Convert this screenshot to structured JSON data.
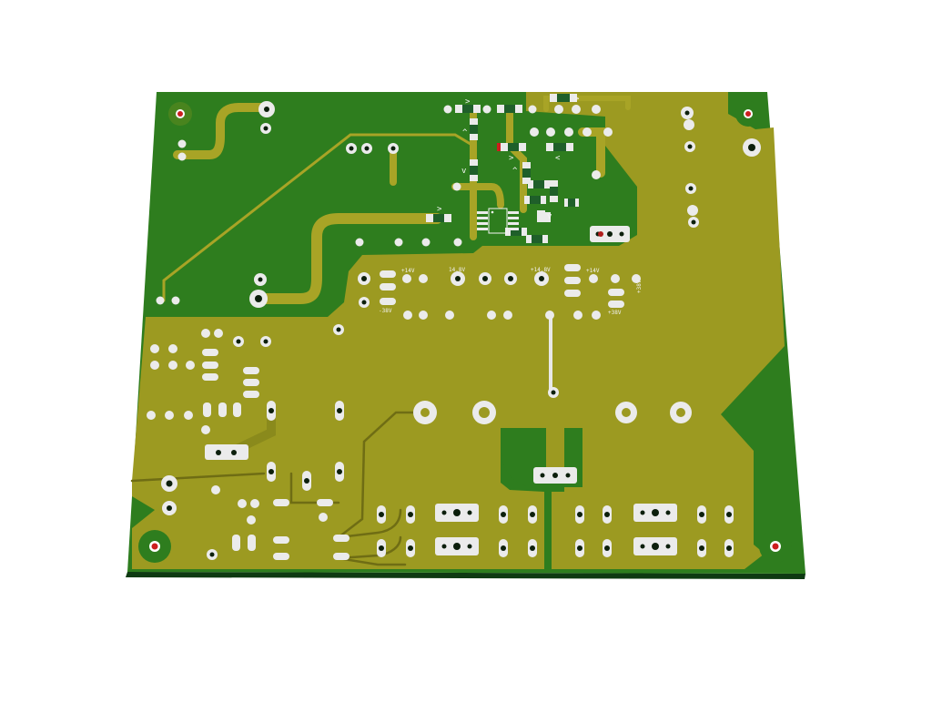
{
  "board": {
    "colors": {
      "substrate_edge": "#0e3a12",
      "ground_plane": "#2e7d1e",
      "copper_pour": "#9c9a21",
      "trace": "#a8a426",
      "pad_ring": "#e9e9e9",
      "hole": "#0c1f0c",
      "silkscreen": "#f5f5f5",
      "smd_body": "#1f5f2a",
      "marker_red": "#cc1e1e"
    },
    "silkscreen_labels": {
      "l1": "+14V",
      "l2": "14.8V",
      "l3": "+14.8V",
      "l4": "+14V",
      "l5": "-38V",
      "l6": "+38V",
      "l7": "+38V"
    },
    "markers": {
      "gt1": ">",
      "gt2": ">",
      "gt3": ">",
      "gt4": ">",
      "lt1": "<",
      "caret1": "^",
      "caret2": "^",
      "vee1": "v",
      "vee2": "v"
    }
  }
}
